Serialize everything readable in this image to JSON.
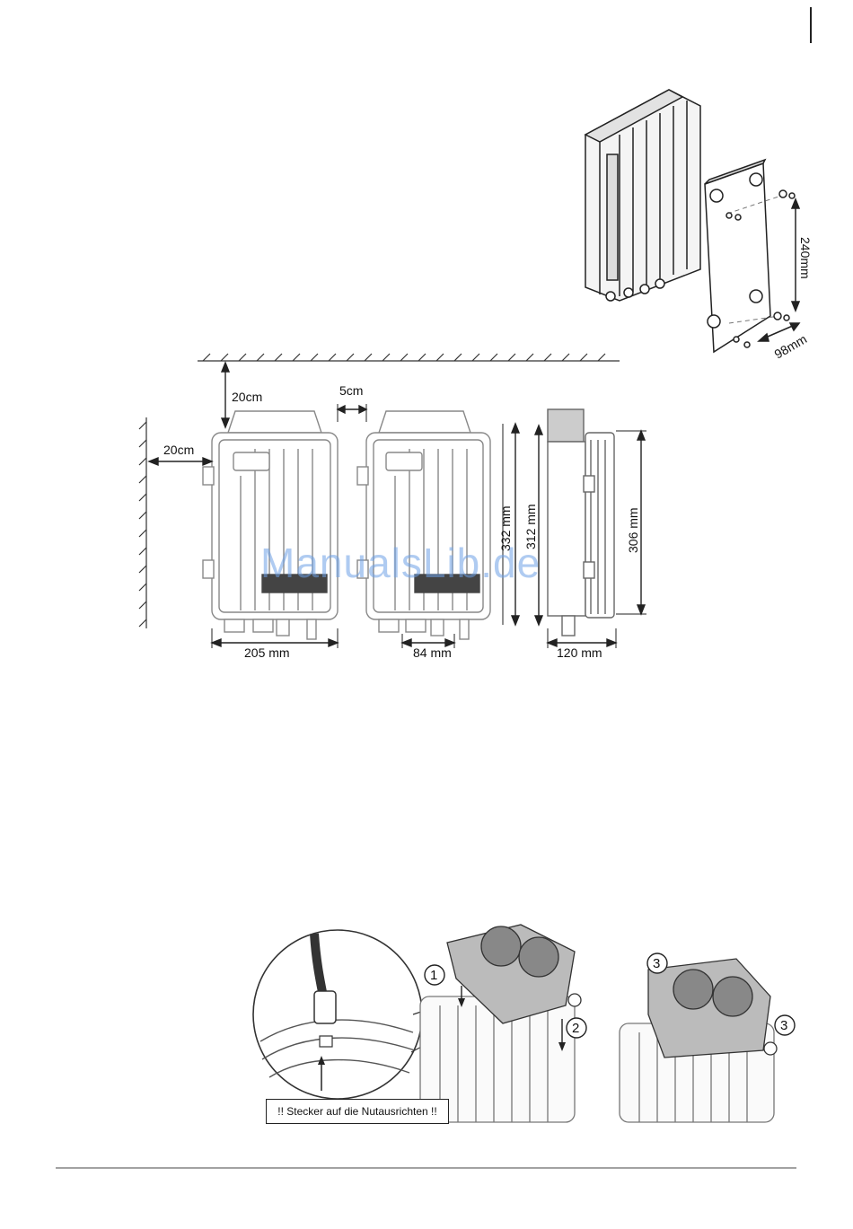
{
  "dimensions": {
    "top_clearance": "20cm",
    "side_clearance": "20cm",
    "unit_gap": "5cm",
    "front_width": "205 mm",
    "bracket_spacing": "84 mm",
    "side_depth": "120 mm",
    "overall_height": "332 mm",
    "mount_height": "312 mm",
    "body_height": "306 mm",
    "plate_hole_vertical": "240mm",
    "plate_hole_horizontal": "98mm"
  },
  "watermark": "ManualsLib.de",
  "fan_install": {
    "step1": "1",
    "step2": "2",
    "step3": "3",
    "note": "!! Stecker auf die Nutausrichten !!"
  },
  "colors": {
    "line": "#222222",
    "light_line": "#9a9a9a",
    "watermark": "#6ea0e6"
  }
}
